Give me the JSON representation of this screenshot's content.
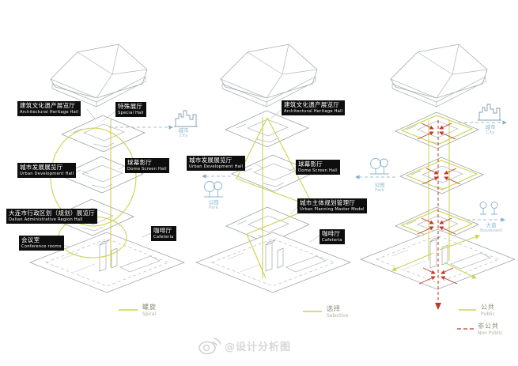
{
  "watermark": {
    "text": "@设计分析图"
  },
  "colors": {
    "path_yellow": "#cdd24f",
    "path_red": "#c0392b",
    "context_blue": "#8ab4c8",
    "label_bg": "#0e0e0e",
    "sketch_gray": "#a6abb0"
  },
  "columns": [
    {
      "name": "spiral-circulation",
      "labels": {
        "architectural_heritage": {
          "zh": "建筑文化遗产展览厅",
          "en": "Architectural Heritage Hall"
        },
        "special_hall": {
          "zh": "特殊展厅",
          "en": "Special Hall"
        },
        "dome_screen": {
          "zh": "球幕影厅",
          "en": "Dome Screen Hall"
        },
        "urban_development": {
          "zh": "城市发展展览厅",
          "en": "Urban Development Hall"
        },
        "dalian_admin": {
          "zh": "大连市行政区划（规划）展览厅",
          "en": "Dalian Administrative Region Hall"
        },
        "conference": {
          "zh": "会议室",
          "en": "Conference rooms"
        },
        "cafeteria": {
          "zh": "咖啡厅",
          "en": "Cafeteria"
        }
      },
      "markers": {
        "city": {
          "zh": "城市",
          "en": "City"
        }
      },
      "legend": [
        {
          "zh": "螺旋",
          "en": "Spiral",
          "line": "solid-yellow"
        }
      ]
    },
    {
      "name": "selective-circulation",
      "labels": {
        "architectural_heritage": {
          "zh": "建筑文化遗产展览厅",
          "en": "Architectural Heritage Hall"
        },
        "urban_development": {
          "zh": "城市发展展览厅",
          "en": "Urban Development Hall"
        },
        "dome_screen": {
          "zh": "球幕影厅",
          "en": "Dome Screen Hall"
        },
        "planning_master_model": {
          "zh": "城市主体规划管理厅",
          "en": "Urban Planning Master Model"
        },
        "cafeteria": {
          "zh": "咖啡厅",
          "en": "Cafeteria"
        }
      },
      "markers": {
        "park": {
          "zh": "公园",
          "en": "Park"
        }
      },
      "legend": [
        {
          "zh": "选择",
          "en": "Selective",
          "line": "solid-yellow"
        }
      ]
    },
    {
      "name": "public-nonpublic",
      "labels": {},
      "markers": {
        "city": {
          "zh": "城市",
          "en": "City"
        },
        "park": {
          "zh": "公园",
          "en": "Park"
        },
        "boulevard": {
          "zh": "大道",
          "en": "Boulevard"
        }
      },
      "legend": [
        {
          "zh": "公共",
          "en": "Public",
          "line": "solid-yellow"
        },
        {
          "zh": "非公共",
          "en": "Non Public",
          "line": "dashed-red"
        }
      ]
    }
  ]
}
